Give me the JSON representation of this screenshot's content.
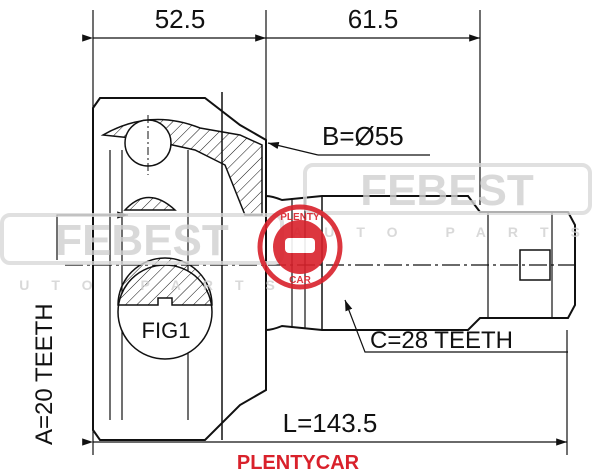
{
  "drawing": {
    "dim_left": "52.5",
    "dim_right": "61.5",
    "dim_length": "L=143.5",
    "label_b": "B=Ø55",
    "label_c": "C=28 TEETH",
    "label_a": "A=20 TEETH",
    "fig_label": "FIG1"
  },
  "watermarks": {
    "brand": "FEBEST",
    "tagline": "AUTO PARTS",
    "stamp_top": "PLENTY",
    "stamp_bottom": "CAR"
  },
  "footer": {
    "brand": "PLENTYCAR"
  },
  "colors": {
    "accent": "#d9212b",
    "line": "#111111"
  }
}
